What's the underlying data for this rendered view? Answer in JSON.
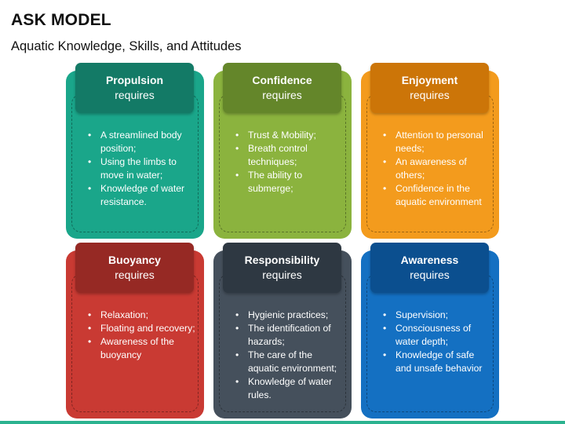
{
  "header": {
    "title": "ASK MODEL",
    "subtitle": "Aquatic Knowledge, Skills, and Attitudes"
  },
  "cards": [
    {
      "title": "Propulsion",
      "subtitle": "requires",
      "color": "#1aa68a",
      "head_color": "#137a66",
      "items": [
        "A streamlined body position;",
        "Using the limbs to move in water;",
        "Knowledge of water resistance."
      ]
    },
    {
      "title": "Confidence",
      "subtitle": "requires",
      "color": "#8bb33e",
      "head_color": "#64862a",
      "items": [
        "Trust & Mobility;",
        "Breath control techniques;",
        "The ability to submerge;"
      ]
    },
    {
      "title": "Enjoyment",
      "subtitle": "requires",
      "color": "#f39b1d",
      "head_color": "#cc7508",
      "items": [
        "Attention to personal needs;",
        "An awareness of others;",
        "Confidence in the aquatic environment"
      ]
    },
    {
      "title": "Buoyancy",
      "subtitle": "requires",
      "color": "#c93a33",
      "head_color": "#962924",
      "items": [
        "Relaxation;",
        "Floating and recovery;",
        "Awareness of the buoyancy"
      ]
    },
    {
      "title": "Responsibility",
      "subtitle": "requires",
      "color": "#45505c",
      "head_color": "#2e3842",
      "items": [
        "Hygienic practices;",
        "The identification of hazards;",
        "The care of the aquatic environment;",
        "Knowledge of water rules."
      ]
    },
    {
      "title": "Awareness",
      "subtitle": "requires",
      "color": "#1470c2",
      "head_color": "#0b4f8f",
      "items": [
        "Supervision;",
        "Consciousness of water depth;",
        "Knowledge of safe and unsafe behavior"
      ]
    }
  ]
}
